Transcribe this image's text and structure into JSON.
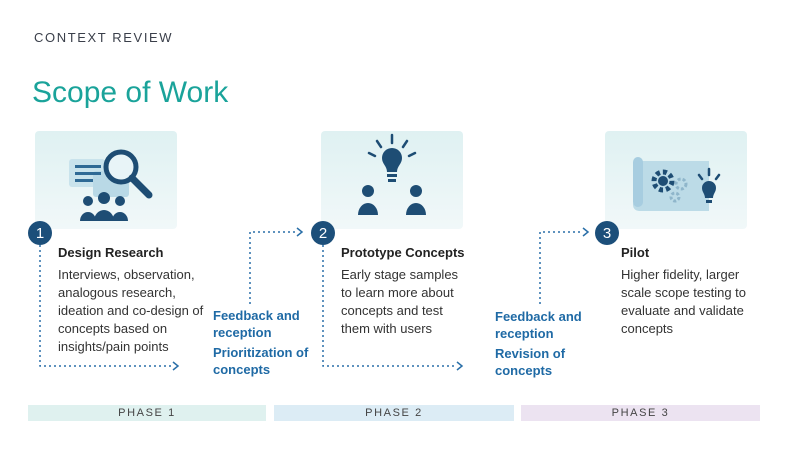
{
  "header": {
    "eyebrow": "CONTEXT REVIEW",
    "title": "Scope of Work"
  },
  "steps": [
    {
      "number": "1",
      "title": "Design Research",
      "description": "Interviews, observation, analogous research, ideation and co-design of concepts based on insights/pain points",
      "icon": "research-magnifier-icon"
    },
    {
      "number": "2",
      "title": "Prototype Concepts",
      "description": "Early stage samples to learn more about concepts and test them with users",
      "icon": "lightbulb-people-icon"
    },
    {
      "number": "3",
      "title": "Pilot",
      "description": "Higher fidelity, larger scale scope testing to evaluate and validate concepts",
      "icon": "gears-blueprint-icon"
    }
  ],
  "feedback": [
    {
      "line1": "Feedback and reception",
      "line2": "Prioritization of concepts"
    },
    {
      "line1": "Feedback and reception",
      "line2": "Revision of concepts"
    }
  ],
  "phases": [
    {
      "label": "PHASE 1",
      "color": "#dff1ef"
    },
    {
      "label": "PHASE 2",
      "color": "#dcecf5"
    },
    {
      "label": "PHASE 3",
      "color": "#ece3f1"
    }
  ],
  "colors": {
    "accent": "#1aa39a",
    "step_number": "#1c4f7a",
    "feedback_text": "#1f6aa5",
    "connector": "#2a6fa8"
  }
}
